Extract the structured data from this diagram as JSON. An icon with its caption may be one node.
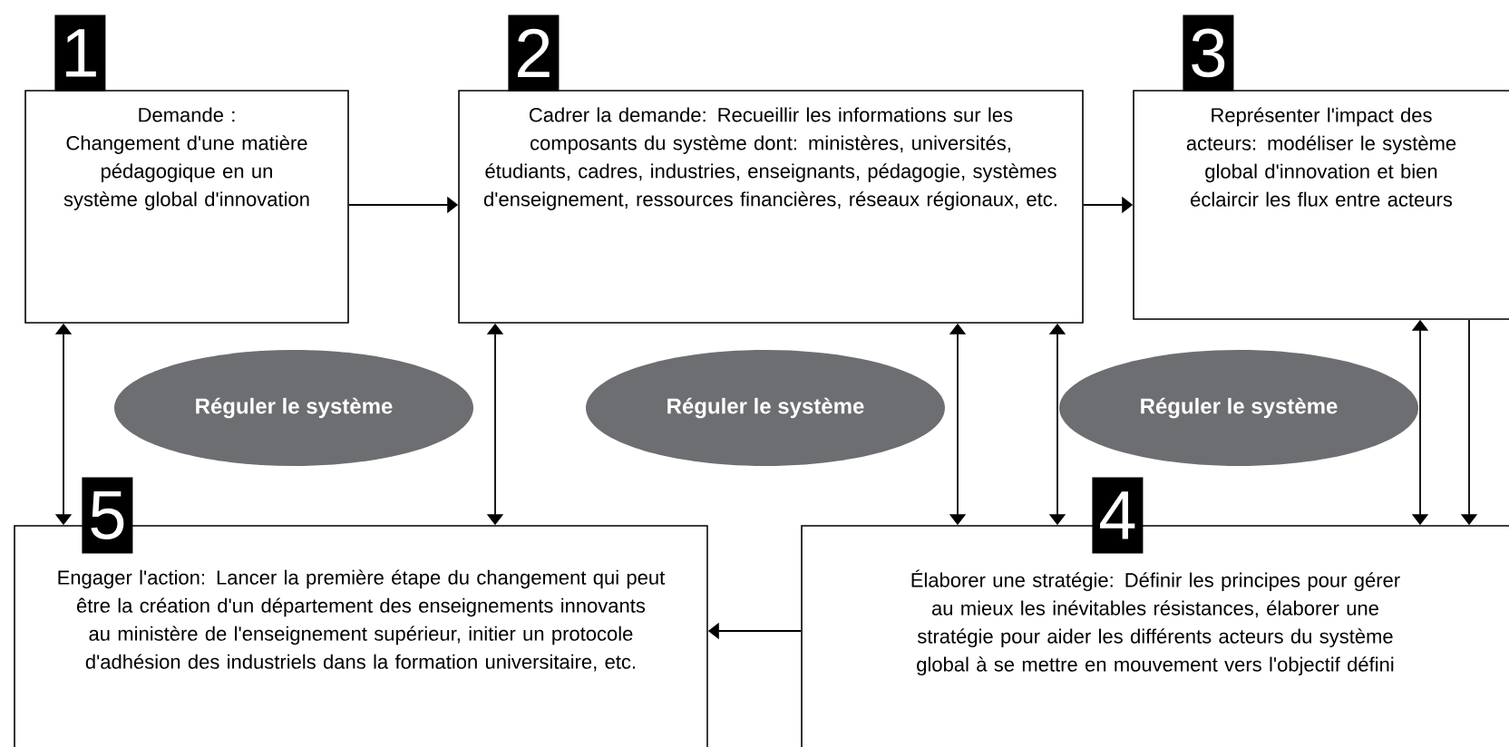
{
  "diagram": {
    "nodes": [
      {
        "text": [
          "Demande :",
          "Changement d'une matière pédagogique en un système global d'innovation"
        ],
        "beside": [
          "1"
        ]
      },
      {
        "text": [
          "Cadrer la demande: Recueillir les informations sur les composants du système dont: ministères, universités, étudiants, cadres, industries, enseignants, pédagogie, systèmes d'enseignement, ressources financières, réseaux régionaux, etc."
        ],
        "beside": [
          "2"
        ]
      },
      {
        "text": [
          "Représenter l'impact des acteurs: modéliser le système global d'innovation et bien éclaircir les flux entre acteurs"
        ],
        "beside": [
          "3"
        ]
      },
      {
        "text": [
          "Réguler le système"
        ]
      },
      {
        "text": [
          "Réguler le système"
        ]
      },
      {
        "text": [
          "Réguler le système"
        ]
      },
      {
        "text": [
          "Engager l'action: Lancer la première étape du changement qui peut être la création d'un département des enseignements innovants au ministère de l'enseignement supérieur, initier un protocole d'adhésion des industriels dans la formation universitaire, etc."
        ],
        "beside": [
          "5"
        ]
      },
      {
        "text": [
          "Élaborer une stratégie: Définir les principes pour gérer au mieux les inévitables résistances, élaborer une stratégie pour aider les différents acteurs du système global à se mettre en mouvement vers l'objectif défini"
        ],
        "beside": [
          "4"
        ]
      }
    ],
    "edges": [
      {
        "from": 0,
        "to": 1,
        "arrow": "to"
      },
      {
        "from": 1,
        "to": 2,
        "arrow": "to"
      },
      {
        "from": 6,
        "to": 0,
        "arrow": "both"
      },
      {
        "from": 6,
        "to": 1,
        "arrow": "both"
      },
      {
        "from": 7,
        "to": 1,
        "arrow": "both"
      },
      {
        "from": 7,
        "to": 1,
        "arrow": "both"
      },
      {
        "from": 7,
        "to": 2,
        "arrow": "both"
      },
      {
        "from": 2,
        "to": 7,
        "arrow": "to"
      },
      {
        "from": 7,
        "to": 6,
        "arrow": "to"
      }
    ]
  }
}
